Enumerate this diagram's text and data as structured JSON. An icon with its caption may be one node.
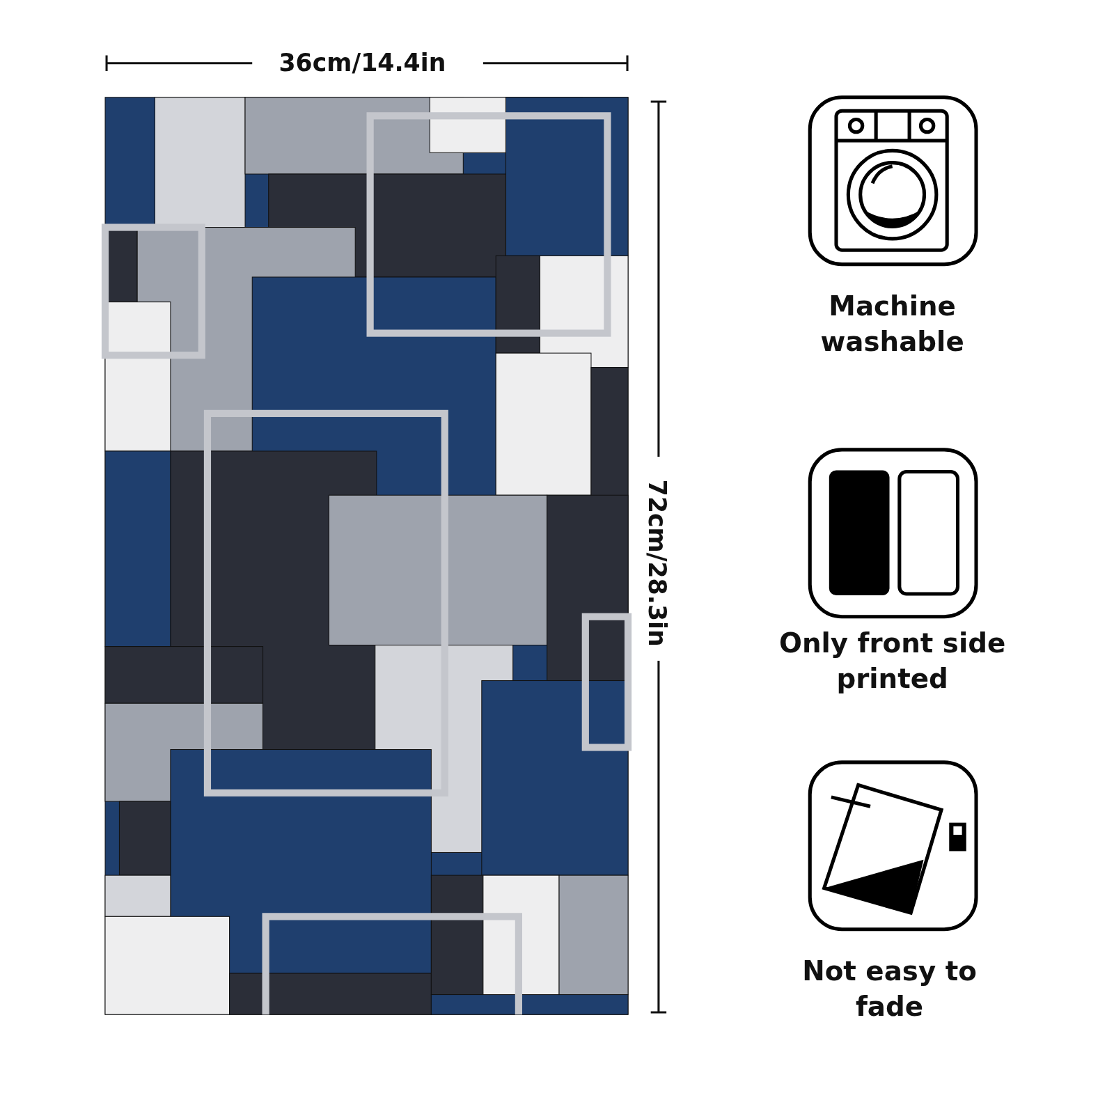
{
  "diagram": {
    "labels": [
      "36cm/14.4in",
      "72cm/28.3in",
      "Machine washable",
      "Only front side printed",
      "Not easy to fade"
    ]
  }
}
